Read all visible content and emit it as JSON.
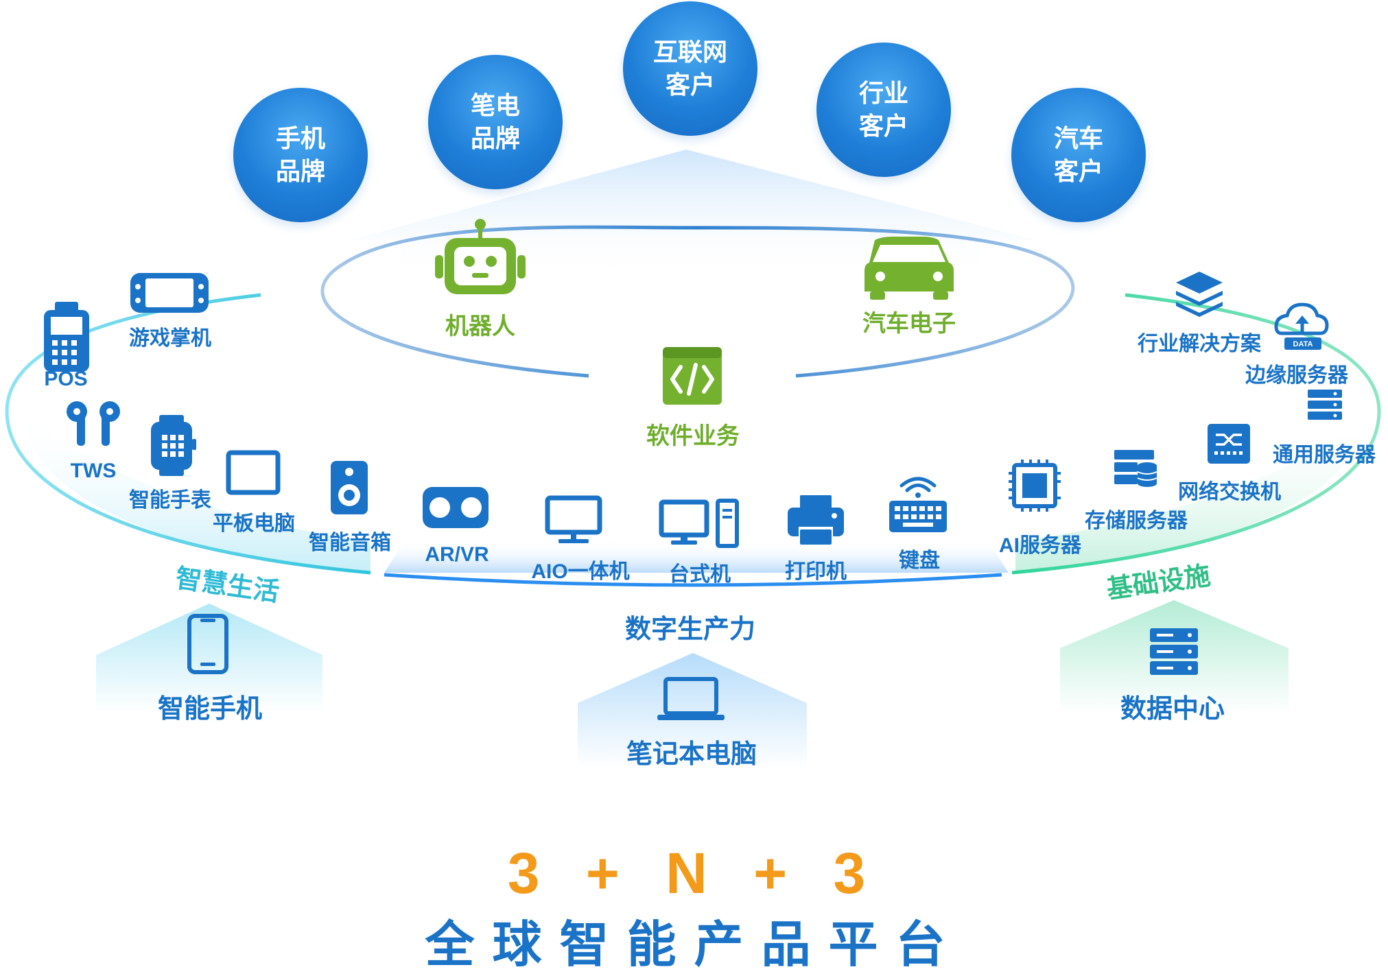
{
  "customers": [
    {
      "label": "手机\n品牌"
    },
    {
      "label": "笔电\n品牌"
    },
    {
      "label": "互联网\n客户"
    },
    {
      "label": "行业\n客户"
    },
    {
      "label": "汽车\n客户"
    }
  ],
  "inner": {
    "robot": "机器人",
    "auto_electronics": "汽车电子",
    "software": "软件业务"
  },
  "smart_life": {
    "title": "智慧生活",
    "items": [
      "POS",
      "游戏掌机",
      "TWS",
      "智能手表",
      "平板电脑",
      "智能音箱"
    ],
    "anchor": "智能手机"
  },
  "productivity": {
    "title": "数字生产力",
    "items": [
      "AR/VR",
      "AIO一体机",
      "台式机",
      "打印机",
      "键盘"
    ],
    "anchor": "笔记本电脑"
  },
  "infrastructure": {
    "title": "基础设施",
    "items": [
      "行业解决方案",
      "边缘服务器",
      "通用服务器",
      "网络交换机",
      "存储服务器",
      "AI服务器"
    ],
    "anchor": "数据中心",
    "data_badge": "DATA"
  },
  "footer": {
    "formula": "3 + N + 3",
    "platform": "全球智能产品平台"
  },
  "colors": {
    "primary_blue": "#1a73c6",
    "green": "#6fae2c",
    "orange": "#f39a1b",
    "cyan": "#2fbad6",
    "teal": "#2fbf86"
  }
}
